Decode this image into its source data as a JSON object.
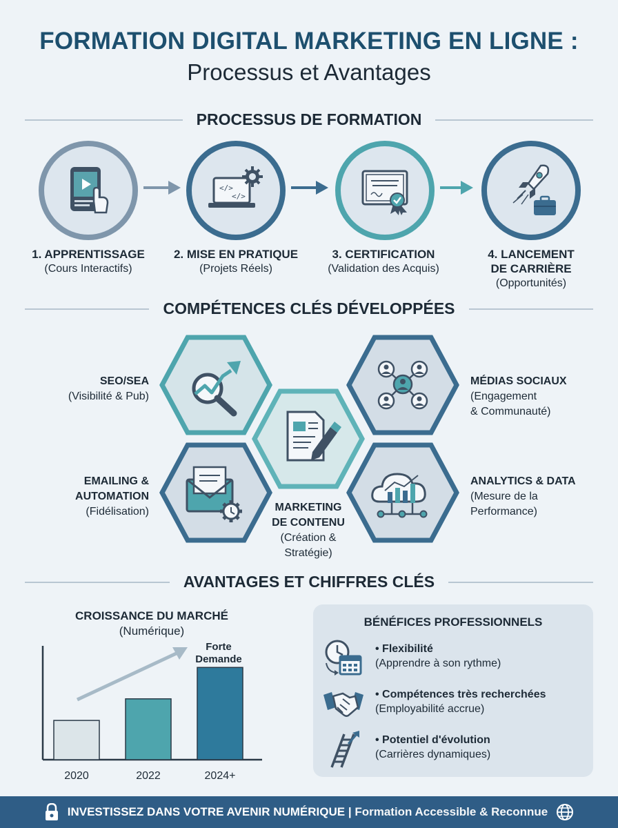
{
  "header": {
    "title": "FORMATION DIGITAL MARKETING EN LIGNE :",
    "subtitle": "Processus et Avantages"
  },
  "process": {
    "heading": "PROCESSUS DE FORMATION",
    "steps": [
      {
        "title": "1. APPRENTISSAGE",
        "desc": "(Cours Interactifs)",
        "icon": "tablet-video-icon",
        "color": "#7f96ab"
      },
      {
        "title": "2. MISE EN PRATIQUE",
        "desc": "(Projets Réels)",
        "icon": "laptop-code-gear-icon",
        "color": "#3b6c8f"
      },
      {
        "title": "3. CERTIFICATION",
        "desc": "(Validation des Acquis)",
        "icon": "certificate-icon",
        "color": "#4ea5ad"
      },
      {
        "title_line1": "4. LANCEMENT",
        "title_line2": "DE CARRIÈRE",
        "desc": "(Opportunités)",
        "icon": "rocket-briefcase-icon",
        "color": "#3b6c8f"
      }
    ]
  },
  "skills": {
    "heading": "COMPÉTENCES CLÉS DÉVELOPPÉES",
    "items": [
      {
        "title": "SEO/SEA",
        "desc": "(Visibilité & Pub)",
        "icon": "search-growth-icon"
      },
      {
        "title": "MÉDIAS SOCIAUX",
        "desc_line1": "(Engagement",
        "desc_line2": "& Communauté)",
        "icon": "social-network-icon"
      },
      {
        "title_line1": "MARKETING",
        "title_line2": "DE CONTENU",
        "desc_line1": "(Création &",
        "desc_line2": "Stratégie)",
        "icon": "document-pen-icon"
      },
      {
        "title_line1": "EMAILING &",
        "title_line2": "AUTOMATION",
        "desc": "(Fidélisation)",
        "icon": "email-gear-icon"
      },
      {
        "title": "ANALYTICS & DATA",
        "desc_line1": "(Mesure de la",
        "desc_line2": "Performance)",
        "icon": "cloud-analytics-icon"
      }
    ]
  },
  "benefits_section": {
    "heading": "AVANTAGES ET CHIFFRES CLÉS"
  },
  "chart_data": {
    "type": "bar",
    "title": "CROISSANCE DU MARCHÉ",
    "subtitle": "(Numérique)",
    "categories": [
      "2020",
      "2022",
      "2024+"
    ],
    "values": [
      1,
      1.55,
      2.35
    ],
    "ylim": [
      0,
      2.9
    ],
    "colors": [
      "#dce5e9",
      "#4ea5ad",
      "#2e7a9c"
    ],
    "annotation_line1": "Forte",
    "annotation_line2": "Demande",
    "grid": false,
    "legend": "none"
  },
  "benefits": {
    "title": "BÉNÉFICES PROFESSIONNELS",
    "items": [
      {
        "title": "• Flexibilité",
        "desc": "(Apprendre à son rythme)",
        "icon": "clock-calendar-icon"
      },
      {
        "title": "• Compétences très recherchées",
        "desc": "(Employabilité accrue)",
        "icon": "handshake-icon"
      },
      {
        "title": "• Potentiel d'évolution",
        "desc": "(Carrières dynamiques)",
        "icon": "ladder-arrow-icon"
      }
    ]
  },
  "footer": {
    "text_main": "INVESTISSEZ DANS VOTRE AVENIR NUMÉRIQUE",
    "separator": " | ",
    "text_secondary": "Formation Accessible & Reconnue"
  }
}
